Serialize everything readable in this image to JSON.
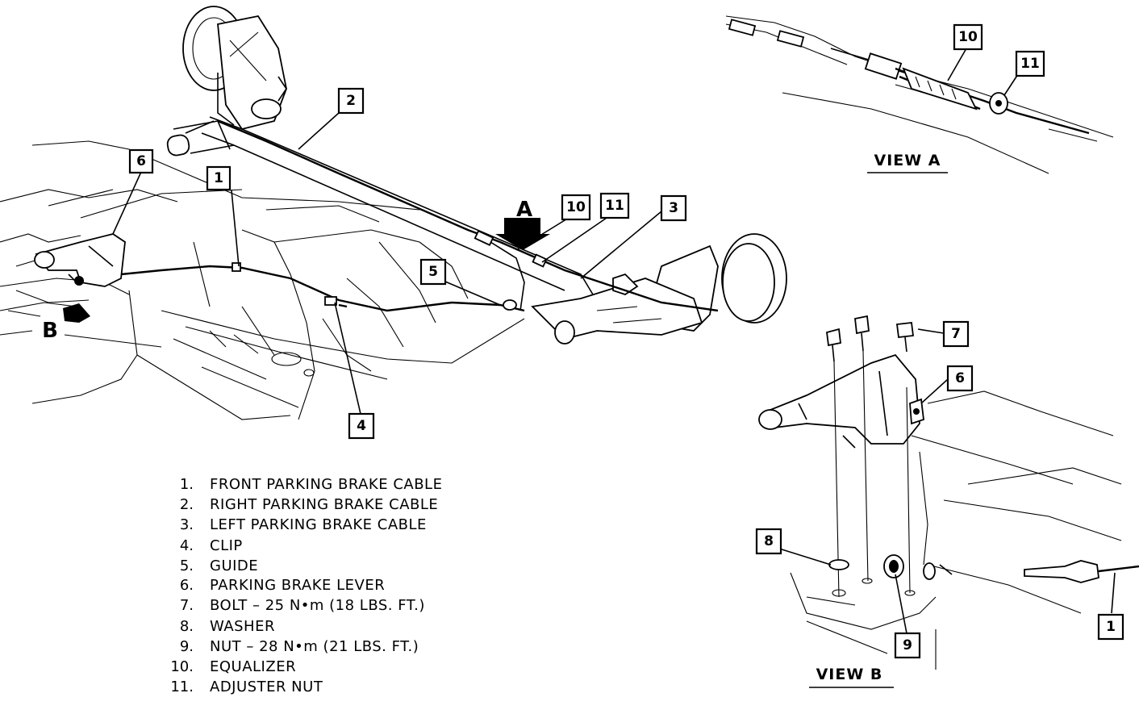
{
  "views": {
    "view_a_title": "VIEW A",
    "view_b_title": "VIEW B",
    "arrow_a_label": "A",
    "arrow_b_label": "B"
  },
  "callouts": {
    "main_1": "1",
    "main_2": "2",
    "main_3": "3",
    "main_4": "4",
    "main_5": "5",
    "main_6": "6",
    "main_10": "10",
    "main_11": "11",
    "viewa_10": "10",
    "viewa_11": "11",
    "viewb_7": "7",
    "viewb_6": "6",
    "viewb_8": "8",
    "viewb_9": "9",
    "viewb_1": "1"
  },
  "legend": [
    {
      "num": "1.",
      "text": "FRONT PARKING BRAKE CABLE"
    },
    {
      "num": "2.",
      "text": "RIGHT PARKING BRAKE CABLE"
    },
    {
      "num": "3.",
      "text": "LEFT PARKING BRAKE CABLE"
    },
    {
      "num": "4.",
      "text": "CLIP"
    },
    {
      "num": "5.",
      "text": "GUIDE"
    },
    {
      "num": "6.",
      "text": "PARKING BRAKE LEVER"
    },
    {
      "num": "7.",
      "text": "BOLT – 25 N•m (18 LBS. FT.)"
    },
    {
      "num": "8.",
      "text": "WASHER"
    },
    {
      "num": "9.",
      "text": "NUT – 28 N•m (21 LBS. FT.)"
    },
    {
      "num": "10.",
      "text": "EQUALIZER"
    },
    {
      "num": "11.",
      "text": "ADJUSTER NUT"
    }
  ]
}
